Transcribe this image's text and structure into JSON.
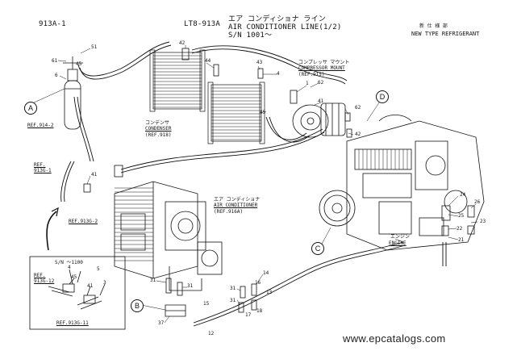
{
  "header": {
    "page_code": "913A-1",
    "model_code": "LT8-913A",
    "title_jp": "エア コンディショナ ライン",
    "title_en": "AIR CONDITIONER LINE(1/2)",
    "serial": "S/N 1001～",
    "note_jp": "新 仕 様 部",
    "note_en": "NEW TYPE REFRIGERANT"
  },
  "callouts": [
    "A",
    "B",
    "C",
    "D"
  ],
  "labels": {
    "condenser_jp": "コンデンサ",
    "condenser_en": "CONDENSER",
    "condenser_ref": "(REF.918)",
    "compressor_jp": "コンプレッサ マウント",
    "compressor_en": "COMPRESSOR MOUNT",
    "compressor_ref": "(REF.915)",
    "aircon_jp": "エア コンディショナ",
    "aircon_en": "AIR CONDITIONER",
    "aircon_ref": "(REF.916A)",
    "engine_jp": "エンジン",
    "engine_en": "ENGINE",
    "ref_914_2": "REF.914-2",
    "ref_913g_1_a": "REF.",
    "ref_913g_1_b": "913G-1",
    "ref_913g_2": "REF.913G-2",
    "inset_serial": "S/N ～1100",
    "inset_ref_a": "REF.",
    "inset_ref_b": "913G-12",
    "inset_ref_c": "REF.913G-11"
  },
  "part_numbers": {
    "p61": "61",
    "p51": "51",
    "p45a": "45",
    "p6": "6",
    "p42a": "42",
    "p43": "43",
    "p44": "44",
    "p4": "4",
    "p45b": "45",
    "p1": "1",
    "p62a": "62",
    "p41a": "41",
    "p62b": "62",
    "p42b": "42",
    "p41b": "41",
    "p24": "24",
    "p26": "26",
    "p25": "25",
    "p23": "23",
    "p22": "22",
    "p21": "21",
    "p14": "14",
    "p16": "16",
    "p13": "13",
    "p31a": "31",
    "p31b": "31",
    "p31c": "31",
    "p17": "17",
    "p18": "18",
    "p15": "15",
    "p31d": "31",
    "p37": "37",
    "p12": "12",
    "p4i": "4",
    "p45i": "45",
    "p5": "5",
    "p41i": "41",
    "p3": "3"
  },
  "watermark": "www.epcatalogs.com"
}
